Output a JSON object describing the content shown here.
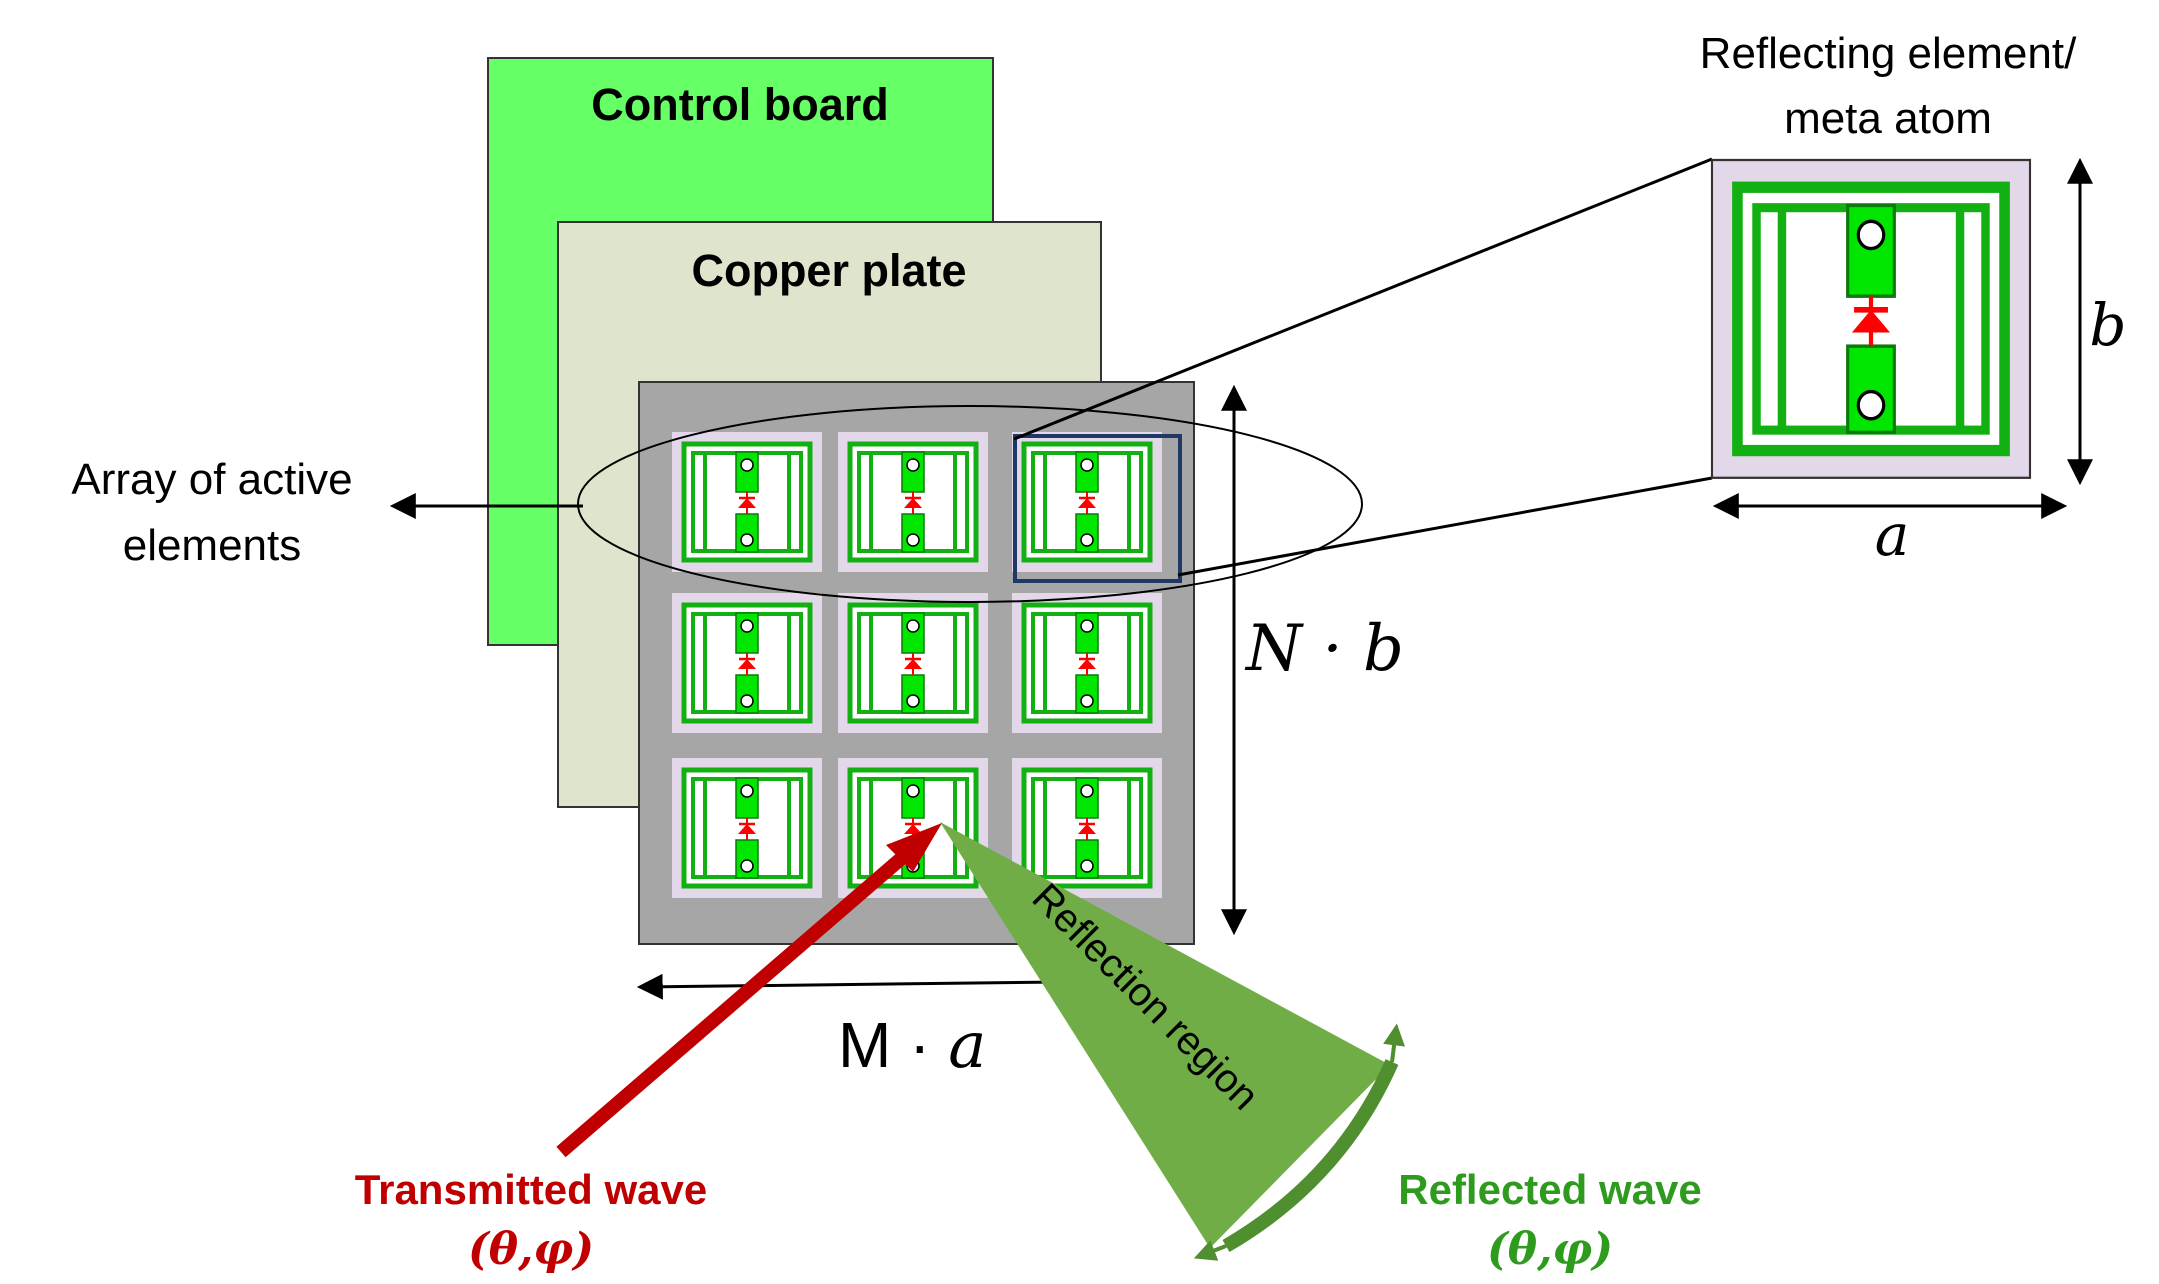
{
  "layers": {
    "control_board": "Control board",
    "copper_plate": "Copper plate"
  },
  "labels": {
    "array_line1": "Array of active",
    "array_line2": "elements",
    "element_line1": "Reflecting element/",
    "element_line2": "meta atom",
    "dim_b": "b",
    "dim_a": "a",
    "dim_nb": "N · b",
    "dim_m": "M · ",
    "dim_ma_var": "a",
    "reflection_region": "Reflection region",
    "transmitted_wave": "Transmitted wave",
    "transmitted_angles": "(θ,φ)",
    "reflected_wave": "Reflected wave",
    "reflected_angles": "(θ,φ)"
  },
  "colors": {
    "control_board": "#66ff66",
    "copper_plate": "#dfe4cc",
    "array_board": "#a6a6a6",
    "cell_bg": "#e3d8ea",
    "conductor": "#12b012",
    "pad": "#00e600",
    "diode": "#ff0000",
    "transmitted": "#c00000",
    "reflected": "#4f8f2f",
    "reflection_region": "#70ad47",
    "highlight": "#1f3864"
  },
  "array": {
    "rows": 3,
    "cols": 3
  }
}
